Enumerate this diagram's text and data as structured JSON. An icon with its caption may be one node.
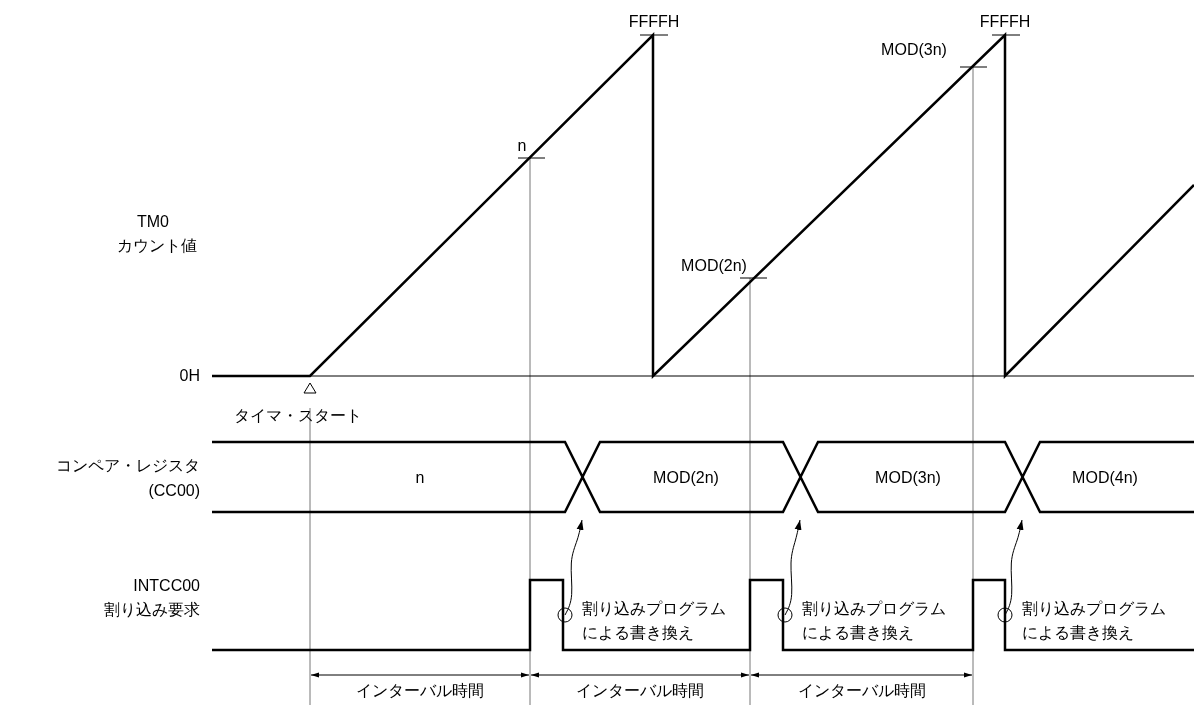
{
  "diagram": {
    "nodes": [
      {
        "text": [
          "割り込みプログラムによる書き換え"
        ]
      },
      {
        "text": [
          "割り込みプログラムによる書き換え"
        ]
      },
      {
        "text": [
          "割り込みプログラムによる書き換え"
        ]
      }
    ],
    "edges": [
      {
        "from": 0,
        "to": null,
        "arrow": "to"
      },
      {
        "from": 1,
        "to": null,
        "arrow": "to"
      },
      {
        "from": 2,
        "to": null,
        "arrow": "to"
      }
    ],
    "labels": [
      "FFFFH",
      "FFFFH",
      "MOD(3n)",
      "n",
      "TM0",
      "カウント値",
      "MOD(2n)",
      "0H",
      "タイマ・スタート",
      "コンペア・レジスタ",
      "n",
      "MOD(2n)",
      "MOD(3n)",
      "MOD(4n)",
      "(CC00)",
      "INTCC00",
      "割り込み要求",
      "インターバル時間",
      "インターバル時間",
      "インターバル時間"
    ]
  }
}
